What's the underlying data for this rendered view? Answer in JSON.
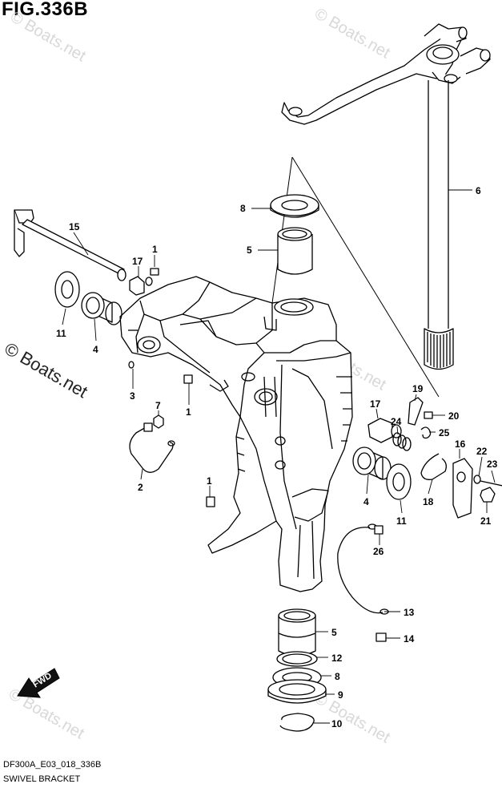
{
  "title": "FIG.336B",
  "watermarks": [
    "© Boats.net",
    "© Boats.net",
    "© Boats.net",
    "© Boats.net",
    "© Boats.net"
  ],
  "side_watermark": "© Boats.net",
  "fwd_label": "FWD",
  "footer": {
    "code": "DF300A_E03_018_336B",
    "caption": "SWIVEL BRACKET"
  },
  "callouts": [
    "6",
    "8",
    "5",
    "15",
    "1",
    "17",
    "11",
    "4",
    "3",
    "1",
    "7",
    "2",
    "1",
    "19",
    "20",
    "17",
    "24",
    "25",
    "16",
    "22",
    "23",
    "21",
    "18",
    "11",
    "4",
    "26",
    "13",
    "14",
    "5",
    "12",
    "8",
    "9",
    "10"
  ]
}
